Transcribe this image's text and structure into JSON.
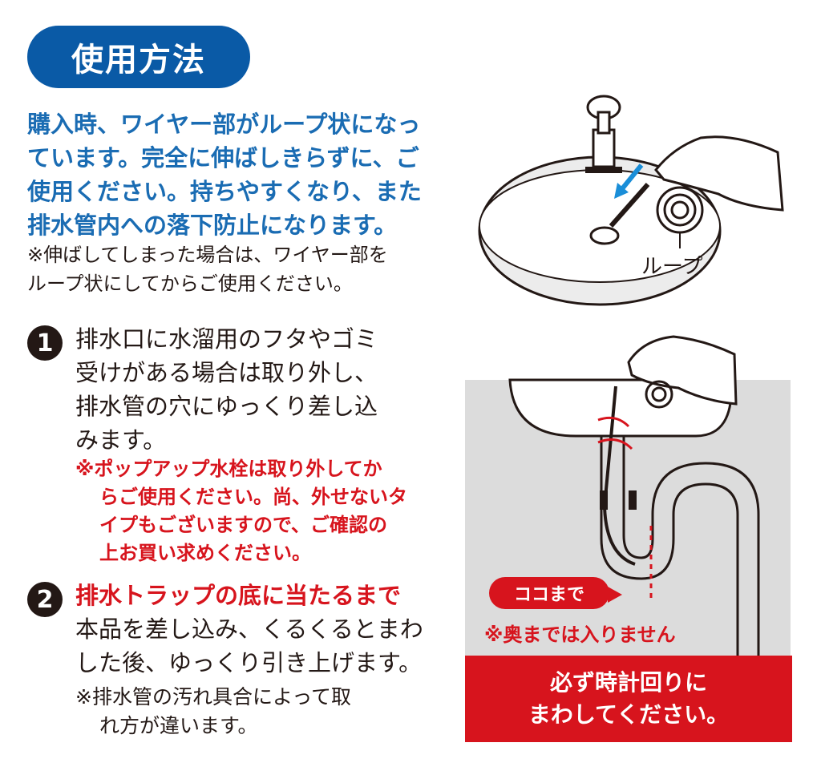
{
  "title": "使用方法",
  "intro": {
    "lines": [
      "購入時、ワイヤー部がループ状になっ",
      "ています。完全に伸ばしきらずに、ご",
      "使用ください。持ちやすくなり、また",
      "排水管内への落下防止になります。"
    ]
  },
  "note": {
    "lines": [
      "※伸ばしてしまった場合は、ワイヤー部を",
      "ループ状にしてからご使用ください。"
    ]
  },
  "step1": {
    "number": "1",
    "lines": [
      "排水口に水溜用のフタやゴミ",
      "受けがある場合は取り外し、",
      "排水管の穴にゆっくり差し込",
      "みます。"
    ],
    "warning_lines": [
      "※ポップアップ水栓は取り外してか",
      "らご使用ください。尚、外せないタ",
      "イプもございますので、ご確認の",
      "上お買い求めください。"
    ]
  },
  "step2": {
    "number": "2",
    "headline": "排水トラップの底に当たるまで",
    "lines": [
      "本品を差し込み、くるくるとまわ",
      "した後、ゆっくり引き上げます。"
    ],
    "note_lines": [
      "※排水管の汚れ具合によって取",
      "れ方が違います。"
    ]
  },
  "illustration": {
    "loop_label": "ループ",
    "callout": "ココまで",
    "callout_note": "※奥までは入りません",
    "banner_lines": [
      "必ず時計回りに",
      "まわしてください。"
    ]
  },
  "colors": {
    "blue": "#0a5aa6",
    "red": "#d7141d",
    "gray": "#dcdcdc"
  }
}
